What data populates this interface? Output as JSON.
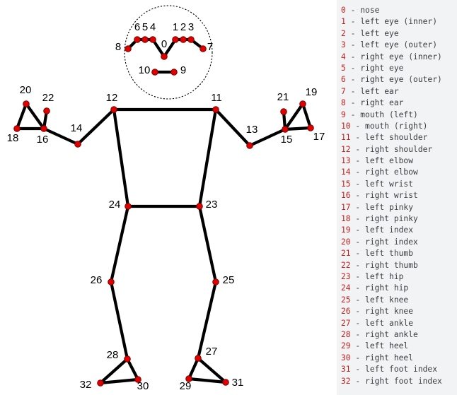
{
  "diagram": {
    "colors": {
      "bone": "#000000",
      "joint_fill": "#e00000",
      "joint_stroke": "#7a0000",
      "head_outline": "#000000",
      "label": "#000000",
      "legend_number": "#c5221f",
      "legend_text": "#3c4043",
      "legend_bg": "#f1f3f4"
    },
    "landmarks": [
      {
        "id": "0",
        "name": "nose"
      },
      {
        "id": "1",
        "name": "left eye (inner)"
      },
      {
        "id": "2",
        "name": "left eye"
      },
      {
        "id": "3",
        "name": "left eye (outer)"
      },
      {
        "id": "4",
        "name": "right eye (inner)"
      },
      {
        "id": "5",
        "name": "right eye"
      },
      {
        "id": "6",
        "name": "right eye (outer)"
      },
      {
        "id": "7",
        "name": "left ear"
      },
      {
        "id": "8",
        "name": "right ear"
      },
      {
        "id": "9",
        "name": "mouth (left)"
      },
      {
        "id": "10",
        "name": "mouth (right)"
      },
      {
        "id": "11",
        "name": "left shoulder"
      },
      {
        "id": "12",
        "name": "right shoulder"
      },
      {
        "id": "13",
        "name": "left elbow"
      },
      {
        "id": "14",
        "name": "right elbow"
      },
      {
        "id": "15",
        "name": "left wrist"
      },
      {
        "id": "16",
        "name": "right wrist"
      },
      {
        "id": "17",
        "name": "left pinky"
      },
      {
        "id": "18",
        "name": "right pinky"
      },
      {
        "id": "19",
        "name": "left index"
      },
      {
        "id": "20",
        "name": "right index"
      },
      {
        "id": "21",
        "name": "left thumb"
      },
      {
        "id": "22",
        "name": "right thumb"
      },
      {
        "id": "23",
        "name": "left hip"
      },
      {
        "id": "24",
        "name": "right hip"
      },
      {
        "id": "25",
        "name": "left knee"
      },
      {
        "id": "26",
        "name": "right knee"
      },
      {
        "id": "27",
        "name": "left ankle"
      },
      {
        "id": "28",
        "name": "right ankle"
      },
      {
        "id": "29",
        "name": "left heel"
      },
      {
        "id": "30",
        "name": "right heel"
      },
      {
        "id": "31",
        "name": "left foot index"
      },
      {
        "id": "32",
        "name": "right foot index"
      }
    ],
    "connections": [
      [
        "8",
        "6"
      ],
      [
        "6",
        "5"
      ],
      [
        "5",
        "4"
      ],
      [
        "4",
        "0"
      ],
      [
        "0",
        "1"
      ],
      [
        "1",
        "2"
      ],
      [
        "2",
        "3"
      ],
      [
        "3",
        "7"
      ],
      [
        "10",
        "9"
      ],
      [
        "12",
        "11"
      ],
      [
        "12",
        "24"
      ],
      [
        "11",
        "23"
      ],
      [
        "24",
        "23"
      ],
      [
        "12",
        "14"
      ],
      [
        "14",
        "16"
      ],
      [
        "16",
        "18"
      ],
      [
        "18",
        "20"
      ],
      [
        "20",
        "16"
      ],
      [
        "16",
        "22"
      ],
      [
        "11",
        "13"
      ],
      [
        "13",
        "15"
      ],
      [
        "15",
        "17"
      ],
      [
        "17",
        "19"
      ],
      [
        "19",
        "15"
      ],
      [
        "15",
        "21"
      ],
      [
        "24",
        "26"
      ],
      [
        "26",
        "28"
      ],
      [
        "28",
        "32"
      ],
      [
        "28",
        "30"
      ],
      [
        "30",
        "32"
      ],
      [
        "23",
        "25"
      ],
      [
        "25",
        "27"
      ],
      [
        "27",
        "29"
      ],
      [
        "27",
        "31"
      ],
      [
        "29",
        "31"
      ]
    ]
  }
}
